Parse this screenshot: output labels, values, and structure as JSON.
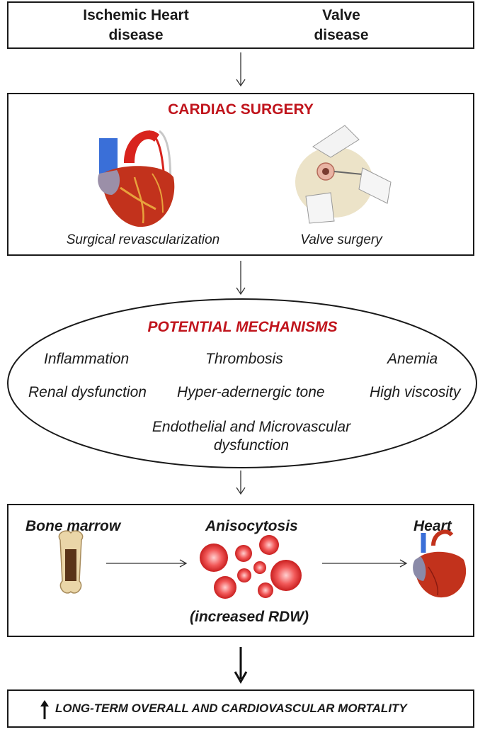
{
  "top_box": {
    "left_label_line1": "Ischemic Heart",
    "left_label_line2": "disease",
    "right_label_line1": "Valve",
    "right_label_line2": "disease"
  },
  "surgery_box": {
    "title": "CARDIAC SURGERY",
    "left_caption": "Surgical revascularization",
    "right_caption": "Valve surgery"
  },
  "mechanisms": {
    "title": "POTENTIAL MECHANISMS",
    "items": [
      "Inflammation",
      "Thrombosis",
      "Anemia",
      "Renal dysfunction",
      "Hyper-adernergic tone",
      "High viscosity"
    ],
    "last_line1": "Endothelial  and Microvascular",
    "last_line2": "dysfunction"
  },
  "pathway_box": {
    "left_label": "Bone marrow",
    "center_label": "Anisocytosis",
    "right_label": "Heart",
    "center_caption": "(increased RDW)"
  },
  "outcome_box": {
    "label": "LONG-TERM OVERALL AND CARDIOVASCULAR MORTALITY"
  },
  "colors": {
    "accent_red": "#c0141c",
    "border": "#1a1a1a",
    "cell_red": "#e8393a"
  }
}
